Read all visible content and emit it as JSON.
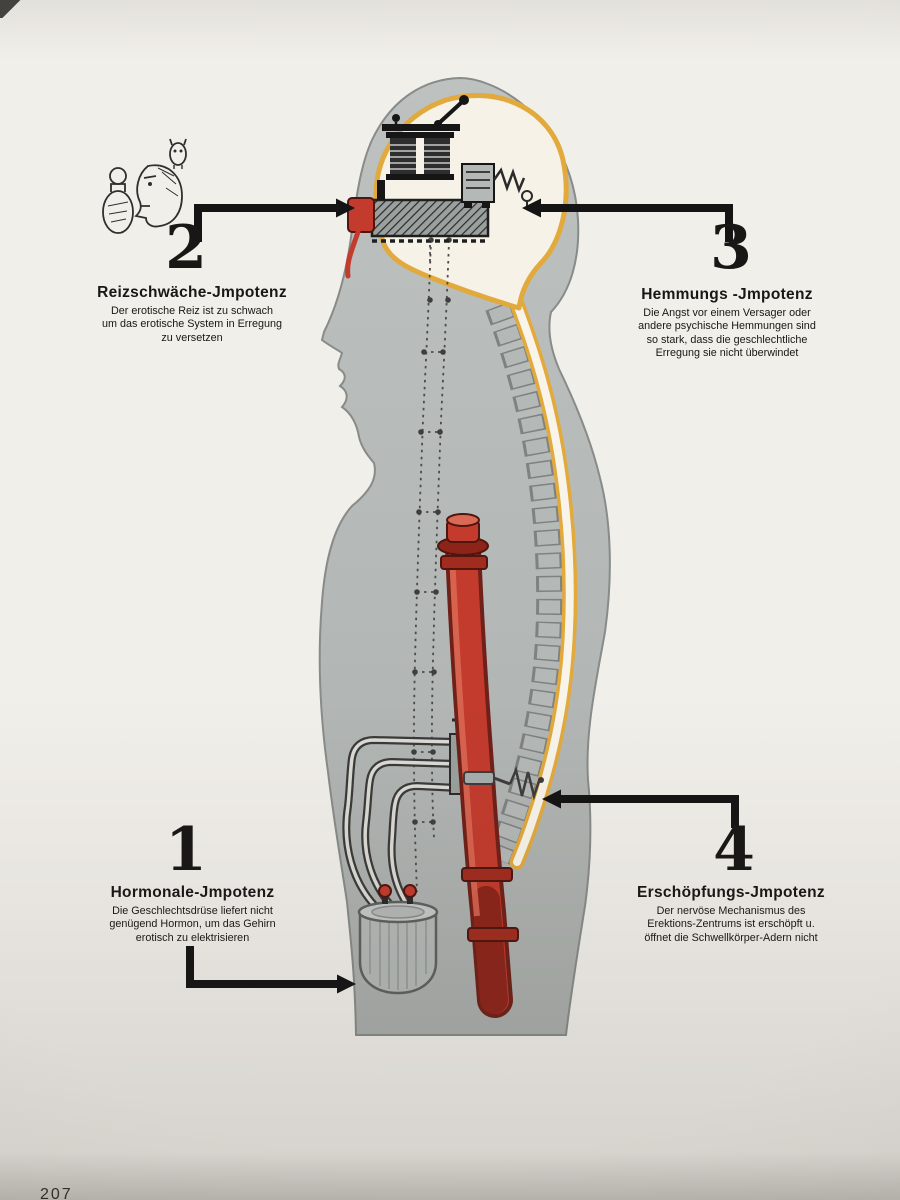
{
  "page": {
    "number": "207"
  },
  "figure": {
    "labels": {
      "hormonal": {
        "number": "1",
        "title": "Hormonale-Jmpotenz",
        "description_lines": [
          "Die Geschlechtsdrüse liefert nicht",
          "genügend Hormon, um das Gehirn",
          "erotisch zu elektrisieren"
        ]
      },
      "stimulus": {
        "number": "2",
        "title": "Reizschwäche-Jmpotenz",
        "description_lines": [
          "Der erotische Reiz ist zu schwach",
          "um das erotische System in Erregung",
          "zu versetzen"
        ]
      },
      "inhibition": {
        "number": "3",
        "title": "Hemmungs -Jmpotenz",
        "description_lines": [
          "Die Angst vor einem Versager oder",
          "andere psychische Hemmungen sind",
          "so stark, dass die geschlechtliche",
          "Erregung sie nicht überwindet"
        ]
      },
      "exhaustion": {
        "number": "4",
        "title": "Erschöpfungs-Jmpotenz",
        "description_lines": [
          "Der nervöse Mechanismus des",
          "Erektions-Zentrums ist erschöpft u.",
          "öffnet die Schwellkörper-Adern nicht"
        ]
      }
    },
    "icons": [
      "bottle-icon",
      "man-face-icon",
      "owl-icon"
    ],
    "colors": {
      "paper": "#efede8",
      "body_gray": "#b5b9b7",
      "machine_red": "#c23b2d",
      "nerve_yellow": "#e2a93c",
      "ink": "#1a1a1a"
    }
  }
}
